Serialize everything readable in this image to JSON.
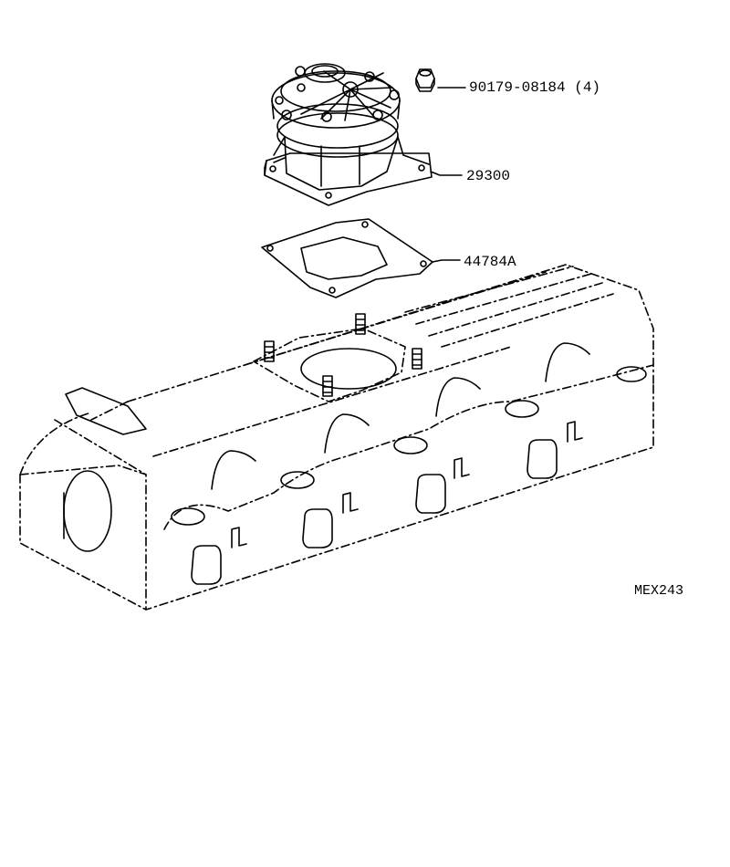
{
  "diagram": {
    "callouts": {
      "bolt": "90179-08184 (4)",
      "pump": "29300",
      "gasket": "44784A"
    },
    "figure_code": "MEX243"
  },
  "colors": {
    "line": "#000000",
    "background": "#ffffff"
  }
}
